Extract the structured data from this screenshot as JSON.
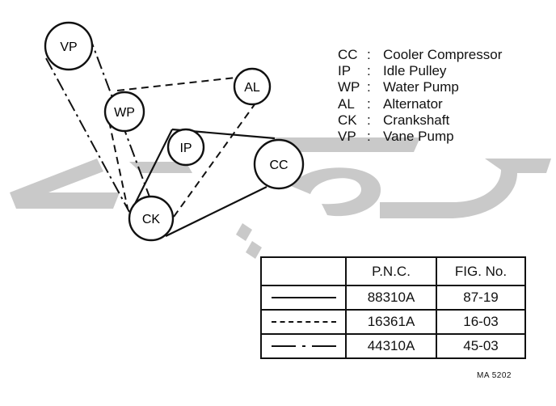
{
  "pulleys": {
    "vp": "VP",
    "wp": "WP",
    "al": "AL",
    "ip": "IP",
    "cc": "CC",
    "ck": "CK"
  },
  "legend": [
    {
      "abbr": "CC",
      "colon": ":",
      "name": "Cooler Compressor"
    },
    {
      "abbr": "IP",
      "colon": ":",
      "name": "Idle Pulley"
    },
    {
      "abbr": "WP",
      "colon": ":",
      "name": "Water Pump"
    },
    {
      "abbr": "AL",
      "colon": ":",
      "name": "Alternator"
    },
    {
      "abbr": "CK",
      "colon": ":",
      "name": "Crankshaft"
    },
    {
      "abbr": "VP",
      "colon": ":",
      "name": "Vane Pump"
    }
  ],
  "table": {
    "headers": [
      "",
      "P.N.C.",
      "FIG. No."
    ],
    "rows": [
      {
        "line_style": "solid",
        "pnc": "88310A",
        "fig": "87-19"
      },
      {
        "line_style": "dashed",
        "pnc": "16361A",
        "fig": "16-03"
      },
      {
        "line_style": "dash-dot",
        "pnc": "44310A",
        "fig": "45-03"
      }
    ]
  },
  "code": "MA  5202",
  "colors": {
    "ink": "#111111",
    "watermark": "#c8c8c8"
  }
}
